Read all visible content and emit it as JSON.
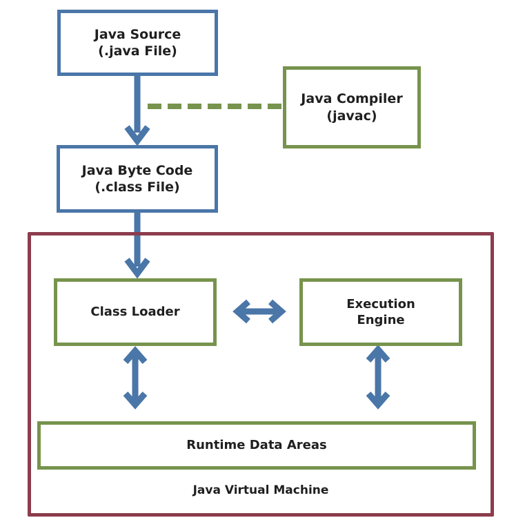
{
  "nodes": {
    "java_source": {
      "lines": [
        "Java Source",
        "(.java File)"
      ]
    },
    "java_compiler": {
      "lines": [
        "Java Compiler",
        "(javac)"
      ]
    },
    "byte_code": {
      "lines": [
        "Java Byte Code",
        "(.class File)"
      ]
    },
    "class_loader": {
      "lines": [
        "Class Loader"
      ]
    },
    "execution_engine": {
      "lines": [
        "Execution",
        "Engine"
      ]
    },
    "runtime_data_areas": {
      "lines": [
        "Runtime Data Areas"
      ]
    }
  },
  "jvm": {
    "label": "Java Virtual Machine"
  },
  "colors": {
    "blue": "#4a76a8",
    "green": "#77934d",
    "maroon": "#8c3d4d"
  }
}
